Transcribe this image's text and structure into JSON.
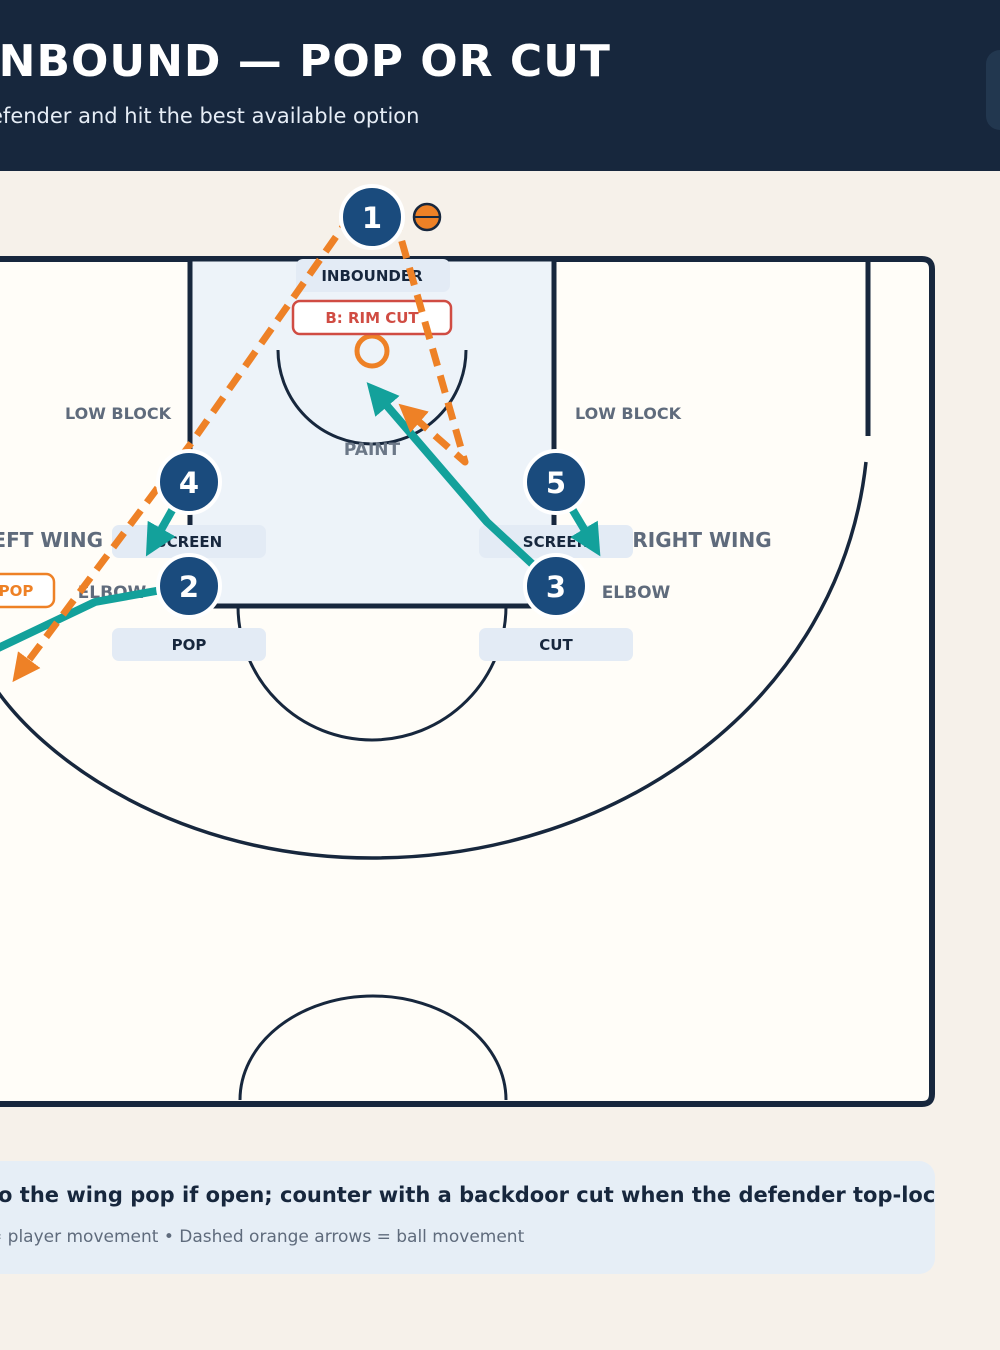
{
  "header": {
    "title": "X INBOUND — POP OR CUT",
    "subtitle": "efender and hit the best available option"
  },
  "court": {
    "zones": {
      "low_block_left": "LOW BLOCK",
      "low_block_right": "LOW BLOCK",
      "paint": "PAINT",
      "left_wing": "EFT WING",
      "right_wing": "RIGHT WING",
      "elbow_left": "ELBOW",
      "elbow_right": "ELBOW"
    },
    "players": [
      {
        "number": "1",
        "role": "INBOUNDER"
      },
      {
        "number": "4",
        "role": "SCREEN"
      },
      {
        "number": "5",
        "role": "SCREEN"
      },
      {
        "number": "2",
        "role": "POP"
      },
      {
        "number": "3",
        "role": "CUT"
      }
    ],
    "options": {
      "a_pop": "POP",
      "b_rim_cut": "B: RIM CUT"
    }
  },
  "footer": {
    "main": "to the wing pop if open; counter with a backdoor cut when the defender top-lock",
    "legend": "= player movement • Dashed orange arrows = ball movement"
  },
  "colors": {
    "navy": "#17273d",
    "player": "#1a4b7d",
    "teal": "#13a19b",
    "orange": "#ee8126",
    "red": "#d04c43",
    "paint_fill": "#edf3f9",
    "court_fill": "#fffdf8"
  }
}
